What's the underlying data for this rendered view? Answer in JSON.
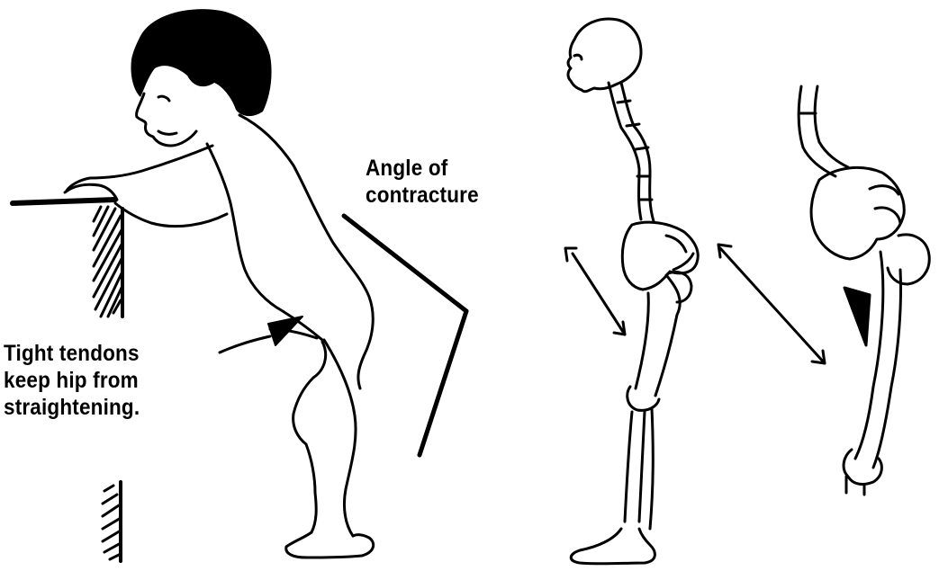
{
  "labels": {
    "angle_of_contracture": [
      "Angle of",
      "contracture"
    ],
    "tight_tendons": [
      "Tight tendons",
      "keep hip from",
      "straightening."
    ]
  },
  "colors": {
    "ink": "#000000",
    "paper": "#ffffff"
  }
}
